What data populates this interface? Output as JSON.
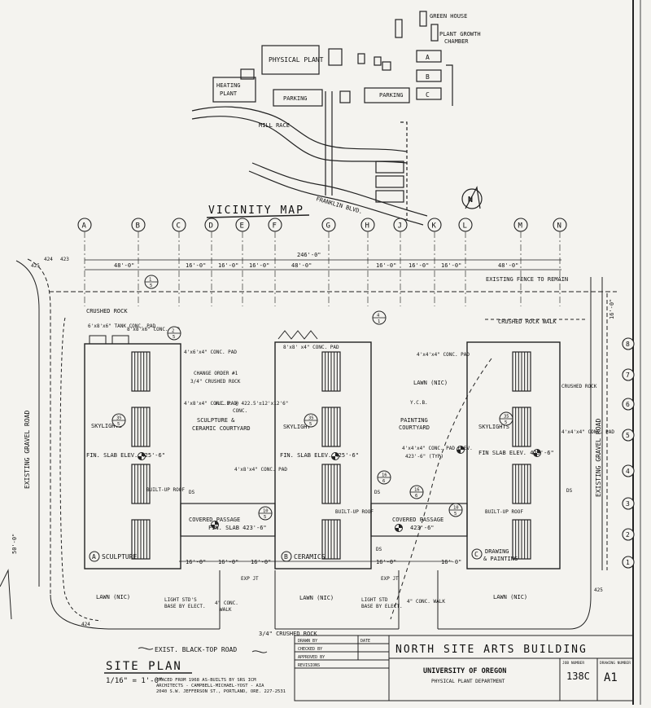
{
  "vicinity_map": {
    "title": "VICINITY MAP",
    "labels": {
      "greenhouse": "GREEN HOUSE",
      "plant_growth": "PLANT GROWTH",
      "chamber": "CHAMBER",
      "physical_plant": "PHYSICAL PLANT",
      "heating": "HEATING",
      "plant": "PLANT",
      "parking1": "PARKING",
      "parking2": "PARKING",
      "mill_race": "MILL RACE",
      "franklin": "FRANKLIN BLVD.",
      "bldg_a": "A",
      "bldg_b": "B",
      "bldg_c": "C"
    },
    "north_letter": "N"
  },
  "grid": {
    "columns": [
      "A",
      "B",
      "C",
      "D",
      "E",
      "F",
      "G",
      "H",
      "J",
      "K",
      "L",
      "M",
      "N"
    ],
    "rows": [
      "8",
      "7",
      "6",
      "5",
      "4",
      "3",
      "2",
      "1"
    ]
  },
  "dimensions": {
    "overall": "246'-0\"",
    "d1": "48'-0\"",
    "d2": "16'-0\"",
    "d3": "16'-0\"",
    "d4": "16'-0\"",
    "d5": "48'-0\"",
    "d6": "16'-0\"",
    "d7": "16'-0\"",
    "d8": "16'-0\"",
    "d9": "48'-0\"",
    "bottom1": "16'-0\"",
    "bottom2": "16'-0\"",
    "bottom3": "16'-0\"",
    "bottom4": "16'-0\"",
    "bottom5": "16'-0\"",
    "left_dim": "50'-0\"",
    "top_right": "16'-0\""
  },
  "notes": {
    "crushed_rock": "CRUSHED ROCK",
    "existing_fence": "EXISTING FENCE TO REMAIN",
    "crushed_rock_walk": "CRUSHED ROCK WALK",
    "conc_pad_top": "8'x8' x4\" CONC. PAD",
    "tank_pad": "6'x8'x6\" TANK CONC. PAD",
    "conc_pad2": "8'x8'x6\" CONC. PAD",
    "conc_pad3": "4'x6'x4\" CONC. PAD",
    "change_order": "CHANGE ORDER #1",
    "crushed_rock2": "3/4\" CRUSHED ROCK",
    "conc_pad4": "4'x8'x4\" CONC. PAD",
    "ycb": "Y.C.B. @ 422.5'±12'x12'6\"",
    "conc_label": "CONC.",
    "sculpture_court": "SCULPTURE &",
    "ceramic_court": "CERAMIC COURTYARD",
    "conc_pad5": "4'x8'x4\" CONC. PAD",
    "skylights_a": "SKYLIGHTS",
    "skylight_b": "SKYLIGHT",
    "skylights_c": "SKYLIGHTS",
    "fin_slab_a": "FIN. SLAB ELEV. 425'-6\"",
    "fin_slab_b": "FIN. SLAB ELEV. 425'-6\"",
    "fin_slab_c": "FIN SLAB ELEV. 425'-6\"",
    "lawn_nic_top": "LAWN (NIC)",
    "ycb2": "Y.C.B.",
    "painting_court": "PAINTING",
    "painting_court2": "COURTYARD",
    "conc_pad_elev": "4'x4'x4\" CONC. PAD ELEV.",
    "conc_pad_elev2": "423'-6\" (TYP)",
    "conc_pad_r": "4'x4'x4\" CONC. PAD",
    "crushed_rock_r": "CRUSHED ROCK",
    "conc_pad_r2": "4'x4'x4\" CONC. PAD",
    "ds1": "DS",
    "ds2": "DS",
    "ds3": "DS",
    "ds4": "DS",
    "builtup1": "BUILT-UP ROOF",
    "builtup2": "BUILT-UP ROOF",
    "builtup3": "BUILT-UP ROOF",
    "covered_passage1": "COVERED PASSAGE",
    "fin_slab_passage1": "FIN. SLAB 423'-6\"",
    "covered_passage2": "COVERED PASSAGE",
    "fin_slab_passage2": "423'-6\"",
    "sculpture": "SCULPTURE",
    "ceramics": "CERAMICS",
    "drawing": "DRAWING",
    "painting": "& PAINTING",
    "lawn_bl": "LAWN (NIC)",
    "lawn_mid": "LAWN (NIC)",
    "lawn_r": "LAWN (NIC)",
    "light_std1": "LIGHT STD'S",
    "light_std1b": "BASE BY ELECT.",
    "light_std2": "LIGHT STD",
    "light_std2b": "BASE BY ELECT.",
    "conc_walk1": "4\" CONC.",
    "conc_walk1b": "WALK",
    "conc_walk2": "4\" CONC. WALK",
    "exp1": "EXP JT",
    "exp2": "EXP JT",
    "crushed_rock_bottom": "3/4\" CRUSHED ROCK",
    "existing_blacktop": "EXIST. BLACK-TOP ROAD",
    "road_left": "EXISTING GRAVEL ROAD",
    "road_right": "EXISTING GRAVEL ROAD",
    "elev_425": "425",
    "elev_424": "424",
    "elev_423": "423",
    "elev_425b": "425",
    "elev_424b": "424"
  },
  "site_plan": {
    "title": "SITE PLAN",
    "scale": "1/16\" = 1'-0\"",
    "traced1": "TRACED FROM 1968 AS-BUILTS BY SRS ICM",
    "traced2": "ARCHITECTS - CAMPBELL-MICHAEL-YOST - AIA",
    "traced3": "2040 S.W. JEFFERSON ST., PORTLAND, ORE. 227-2531"
  },
  "title_block": {
    "project": "NORTH SITE ARTS BUILDING",
    "university": "UNIVERSITY OF OREGON",
    "dept": "PHYSICAL PLANT DEPARTMENT",
    "drawn_by": "DRAWN BY",
    "checked_by": "CHECKED BY",
    "approved_by": "APPROVED BY",
    "revisions": "REVISIONS",
    "date_label": "DATE",
    "job_number_label": "JOB NUMBER",
    "job_number": "138C",
    "drawing_number_label": "DRAWING NUMBER",
    "drawing_number": "A1"
  },
  "section_marks": {
    "s1_top": "1",
    "s1_bot": "5",
    "s2_top": "2",
    "s2_bot": "5",
    "s3_top": "4",
    "s3_bot": "1",
    "sk_a_top": "35",
    "sk_a_bot": "5",
    "sk_b_top": "35",
    "sk_b_bot": "5",
    "sk_c_top": "35",
    "sk_c_bot": "5",
    "p1_top": "10",
    "p1_bot": "5",
    "p2_top": "10",
    "p2_bot": "5",
    "p3_top": "16",
    "p3_bot": "6",
    "p4_top": "16",
    "p4_bot": "6",
    "bldg_a": "A",
    "bldg_b": "B",
    "bldg_c": "C"
  }
}
